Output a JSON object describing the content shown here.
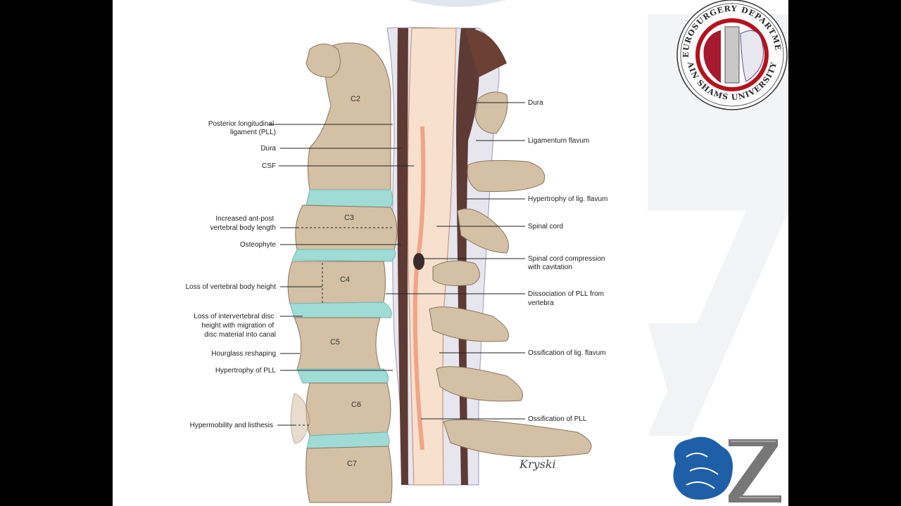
{
  "vertebrae": [
    "C2",
    "C3",
    "C4",
    "C5",
    "C6",
    "C7"
  ],
  "labels_left": [
    [
      "Posterior longitudinal",
      "ligament (PLL)"
    ],
    [
      "Dura"
    ],
    [
      "CSF"
    ],
    [
      "Increased ant-post",
      "vertebral body length"
    ],
    [
      "Osteophyte"
    ],
    [
      "Loss of vertebral body height"
    ],
    [
      "Loss of intervertebral disc",
      "height with migration of",
      "disc material into canal"
    ],
    [
      "Hourglass reshaping"
    ],
    [
      "Hypertrophy of PLL"
    ],
    [
      "Hypermobility and listhesis"
    ]
  ],
  "labels_right": [
    [
      "Dura"
    ],
    [
      "Ligamentum flavum"
    ],
    [
      "Hypertrophy of lig. flavum"
    ],
    [
      "Spinal cord"
    ],
    [
      "Spinal cord compression",
      "with cavitation"
    ],
    [
      "Dissociation of PLL from",
      "vertebra"
    ],
    [
      "Ossification of lig. flavum"
    ],
    [
      "Ossification of PLL"
    ]
  ],
  "signature": "Kryski",
  "seal": {
    "top_text": "NEUROSURGERY DEPARTMENT",
    "bottom_text": "AIN SHAMS UNIVERSITY"
  },
  "colors": {
    "bone": "#d4c0a5",
    "disc": "#9fdcd6",
    "seal_red": "#b5121b",
    "logo_blue": "#1f5fa8"
  }
}
